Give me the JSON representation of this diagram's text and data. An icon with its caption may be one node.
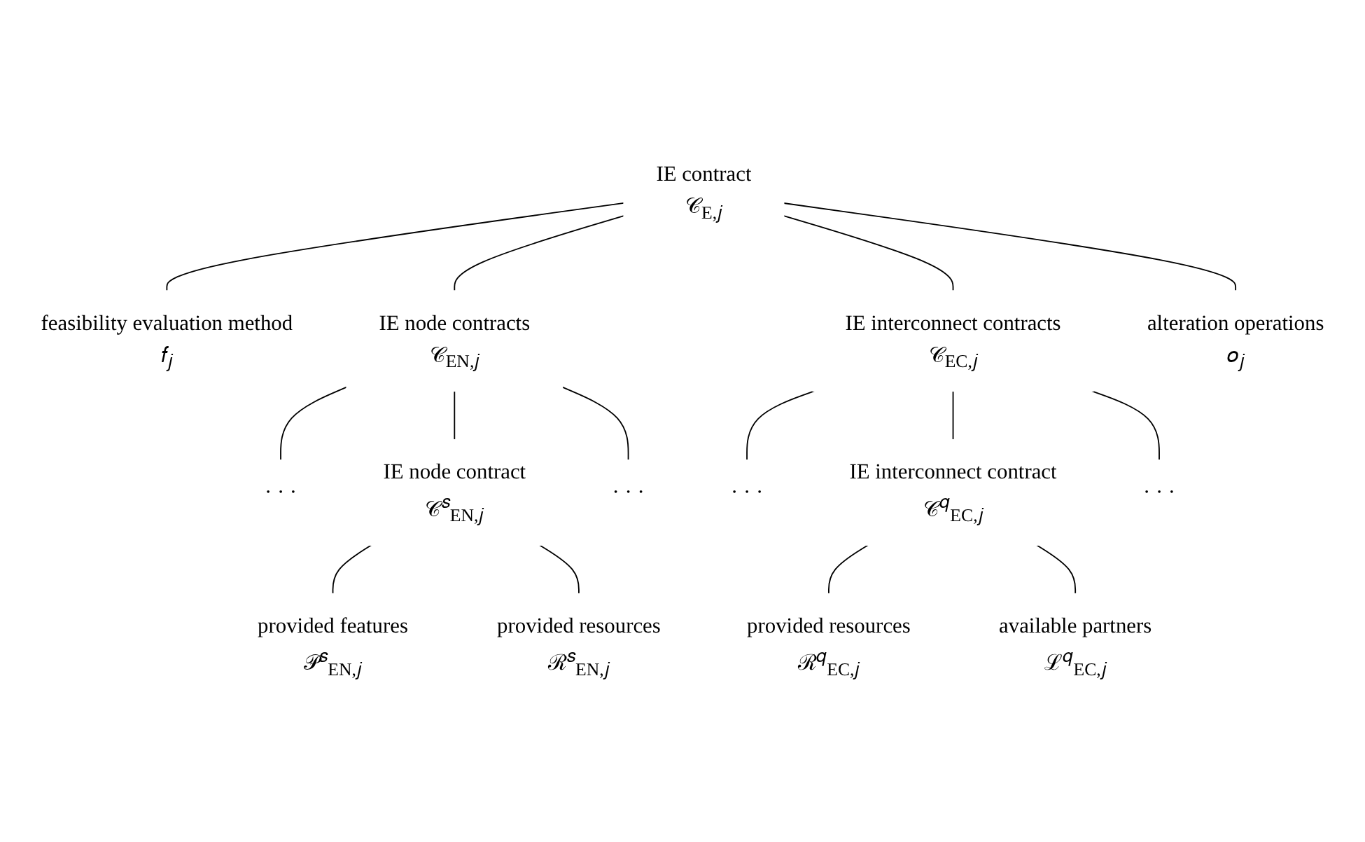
{
  "diagram": {
    "nodes": [
      {
        "text": [
          "IE contract",
          "𝒞$_{E,𝑗}$"
        ]
      },
      {
        "text": [
          "feasibility evaluation method",
          "𝑓$_{𝑗}$"
        ]
      },
      {
        "text": [
          "alteration operations",
          "𝑜$_{𝑗}$"
        ]
      },
      {
        "text": [
          "IE node contracts",
          "𝒞$_{EN,𝑗}$"
        ]
      },
      {
        "text": [
          "IE interconnect contracts",
          "𝒞$_{EC,𝑗}$"
        ]
      },
      {
        "text": [
          "· · ·"
        ]
      },
      {
        "text": [
          "IE node contract",
          "𝒞$^{𝑠}$$_{EN,𝑗}$"
        ]
      },
      {
        "text": [
          "· · ·"
        ]
      },
      {
        "text": [
          "· · ·"
        ]
      },
      {
        "text": [
          "IE interconnect contract",
          "𝒞$^{𝑞}$$_{EC,𝑗}$"
        ]
      },
      {
        "text": [
          "· · ·"
        ]
      },
      {
        "text": [
          "provided features",
          "𝒫$^{𝑠}$$_{EN,𝑗}$"
        ]
      },
      {
        "text": [
          "provided resources",
          "ℛ$^{𝑠}$$_{EN,𝑗}$"
        ]
      },
      {
        "text": [
          "provided resources",
          "ℛ$^{𝑞}$$_{EC,𝑗}$"
        ]
      },
      {
        "text": [
          "available partners",
          "ℒ$^{𝑞}$$_{EC,𝑗}$"
        ]
      }
    ],
    "edges": [
      {
        "from": 0,
        "to": 1,
        "arrow": "none"
      },
      {
        "from": 0,
        "to": 2,
        "arrow": "none"
      },
      {
        "from": 0,
        "to": 3,
        "arrow": "none"
      },
      {
        "from": 0,
        "to": 4,
        "arrow": "none"
      },
      {
        "from": 3,
        "to": 5,
        "arrow": "none"
      },
      {
        "from": 3,
        "to": 6,
        "arrow": "none"
      },
      {
        "from": 3,
        "to": 7,
        "arrow": "none"
      },
      {
        "from": 4,
        "to": 8,
        "arrow": "none"
      },
      {
        "from": 4,
        "to": 9,
        "arrow": "none"
      },
      {
        "from": 4,
        "to": 10,
        "arrow": "none"
      },
      {
        "from": 6,
        "to": 11,
        "arrow": "none"
      },
      {
        "from": 6,
        "to": 12,
        "arrow": "none"
      },
      {
        "from": 9,
        "to": 13,
        "arrow": "none"
      },
      {
        "from": 9,
        "to": 14,
        "arrow": "none"
      }
    ]
  }
}
